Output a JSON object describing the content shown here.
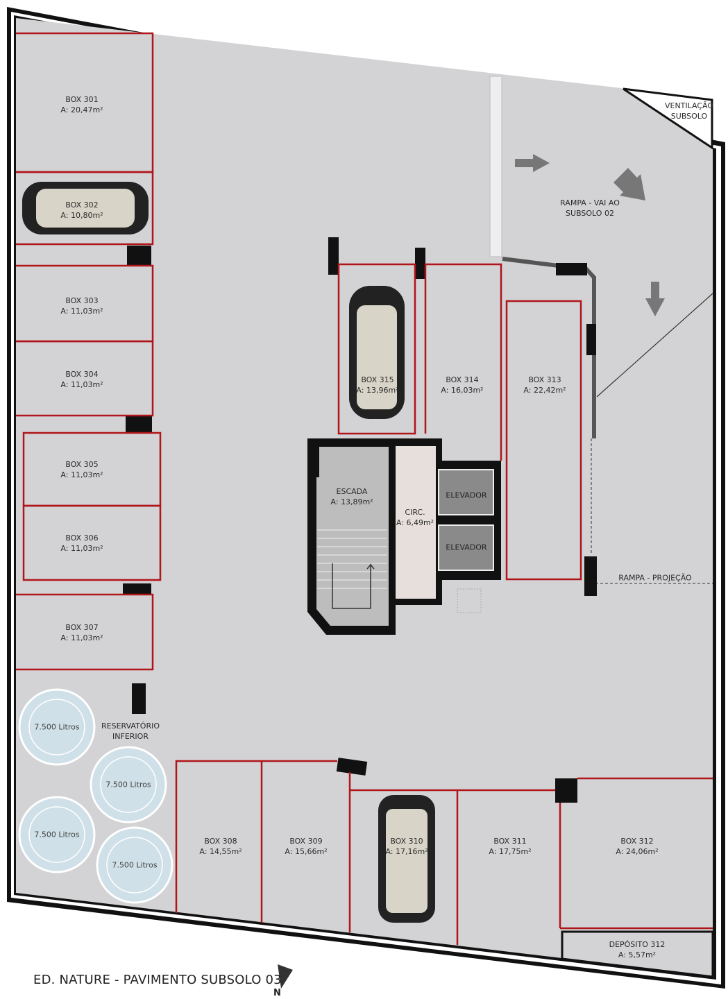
{
  "title": "ED. NATURE - PAVIMENTO SUBSOLO 03",
  "north_label": "N",
  "colors": {
    "floor": "#d3d2d4",
    "wall": "#111111",
    "box_line": "#b0151a",
    "tank": "#cfe0e8"
  },
  "boxes": [
    {
      "name": "BOX 301",
      "area": "A: 20,47m²"
    },
    {
      "name": "BOX 302",
      "area": "A: 10,80m²"
    },
    {
      "name": "BOX 303",
      "area": "A: 11,03m²"
    },
    {
      "name": "BOX 304",
      "area": "A: 11,03m²"
    },
    {
      "name": "BOX 305",
      "area": "A: 11,03m²"
    },
    {
      "name": "BOX 306",
      "area": "A: 11,03m²"
    },
    {
      "name": "BOX 307",
      "area": "A: 11,03m²"
    },
    {
      "name": "BOX 308",
      "area": "A: 14,55m²"
    },
    {
      "name": "BOX 309",
      "area": "A: 15,66m²"
    },
    {
      "name": "BOX 310",
      "area": "A: 17,16m²"
    },
    {
      "name": "BOX 311",
      "area": "A: 17,75m²"
    },
    {
      "name": "BOX 312",
      "area": "A: 24,06m²"
    },
    {
      "name": "BOX 313",
      "area": "A: 22,42m²"
    },
    {
      "name": "BOX 314",
      "area": "A: 16,03m²"
    },
    {
      "name": "BOX 315",
      "area": "A: 13,96m²"
    }
  ],
  "rooms": {
    "escada": {
      "name": "ESCADA",
      "area": "A: 13,89m²"
    },
    "circ": {
      "name": "CIRC.",
      "area": "A: 6,49m²"
    },
    "elevador1": "ELEVADOR",
    "elevador2": "ELEVADOR",
    "deposito": {
      "name": "DEPÓSITO 312",
      "area": "A: 5,57m²"
    }
  },
  "labels": {
    "ventilacao": [
      "VENTILAÇÃO",
      "SUBSOLO"
    ],
    "rampa": [
      "RAMPA  - VAI AO",
      "SUBSOLO 02"
    ],
    "rampa_projecao": "RAMPA  - PROJEÇÃO",
    "reservatorio": [
      "RESERVATÓRIO",
      "INFERIOR"
    ]
  },
  "tanks": [
    "7.500 Litros",
    "7.500 Litros",
    "7.500 Litros",
    "7.500 Litros"
  ]
}
